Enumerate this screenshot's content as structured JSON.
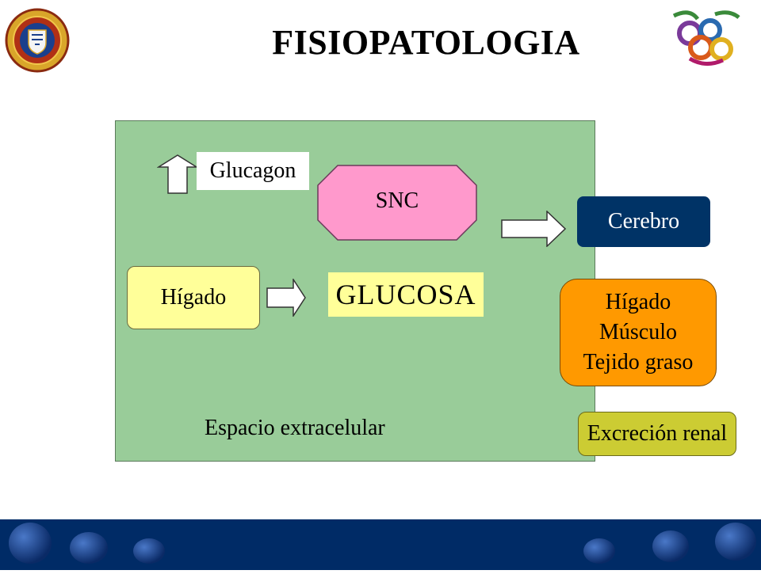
{
  "slide": {
    "title": "FISIOPATOLOGIA"
  },
  "diagram": {
    "glucagon": "Glucagon",
    "snc": "SNC",
    "liver_source": "Hígado",
    "glucose": "GLUCOSA",
    "brain": "Cerebro",
    "tissues": [
      "Hígado",
      "Músculo",
      "Tejido graso"
    ],
    "renal": "Excreción renal",
    "extracellular_space": "Espacio extracelular"
  },
  "colors": {
    "extracellular": "#99cc99",
    "snc": "#ff99cc",
    "liver": "#ffff99",
    "glucose": "#ffff99",
    "brain": "#003366",
    "tissues": "#ff9900",
    "renal": "#cccc33",
    "footer": "#002b66"
  },
  "icons": {
    "seal": "university-seal-icon",
    "logo": "medical-logo-icon",
    "up_arrow": "up-arrow-icon",
    "right_arrow": "right-arrow-icon"
  }
}
